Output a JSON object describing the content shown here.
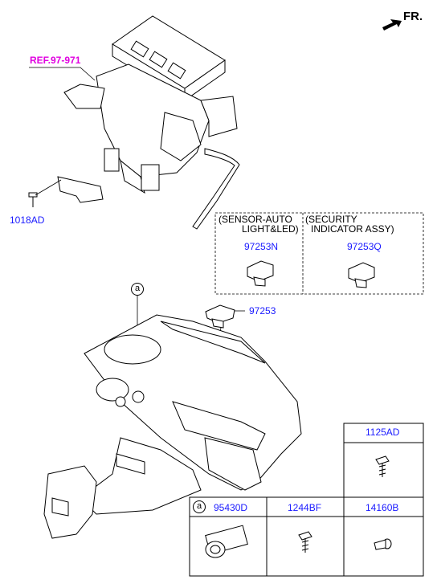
{
  "direction_label": "FR.",
  "ref_label": "REF.97-971",
  "part_1018AD": "1018AD",
  "group_sensor": {
    "line1": "(SENSOR-AUTO",
    "line2": "LIGHT&LED)",
    "part": "97253N"
  },
  "group_security": {
    "line1": "(SECURITY",
    "line2": "INDICATOR ASSY)",
    "part": "97253Q"
  },
  "part_97253": "97253",
  "callout_a": "a",
  "table": {
    "top_header": "1125AD",
    "row_marker": "a",
    "headers": [
      "95430D",
      "1244BF",
      "14160B"
    ]
  },
  "icons": {
    "arrow": "front-direction-arrow-icon",
    "screw": "screw-icon",
    "bolt": "bolt-icon",
    "clip": "clip-icon",
    "switch": "ignition-switch-icon"
  }
}
